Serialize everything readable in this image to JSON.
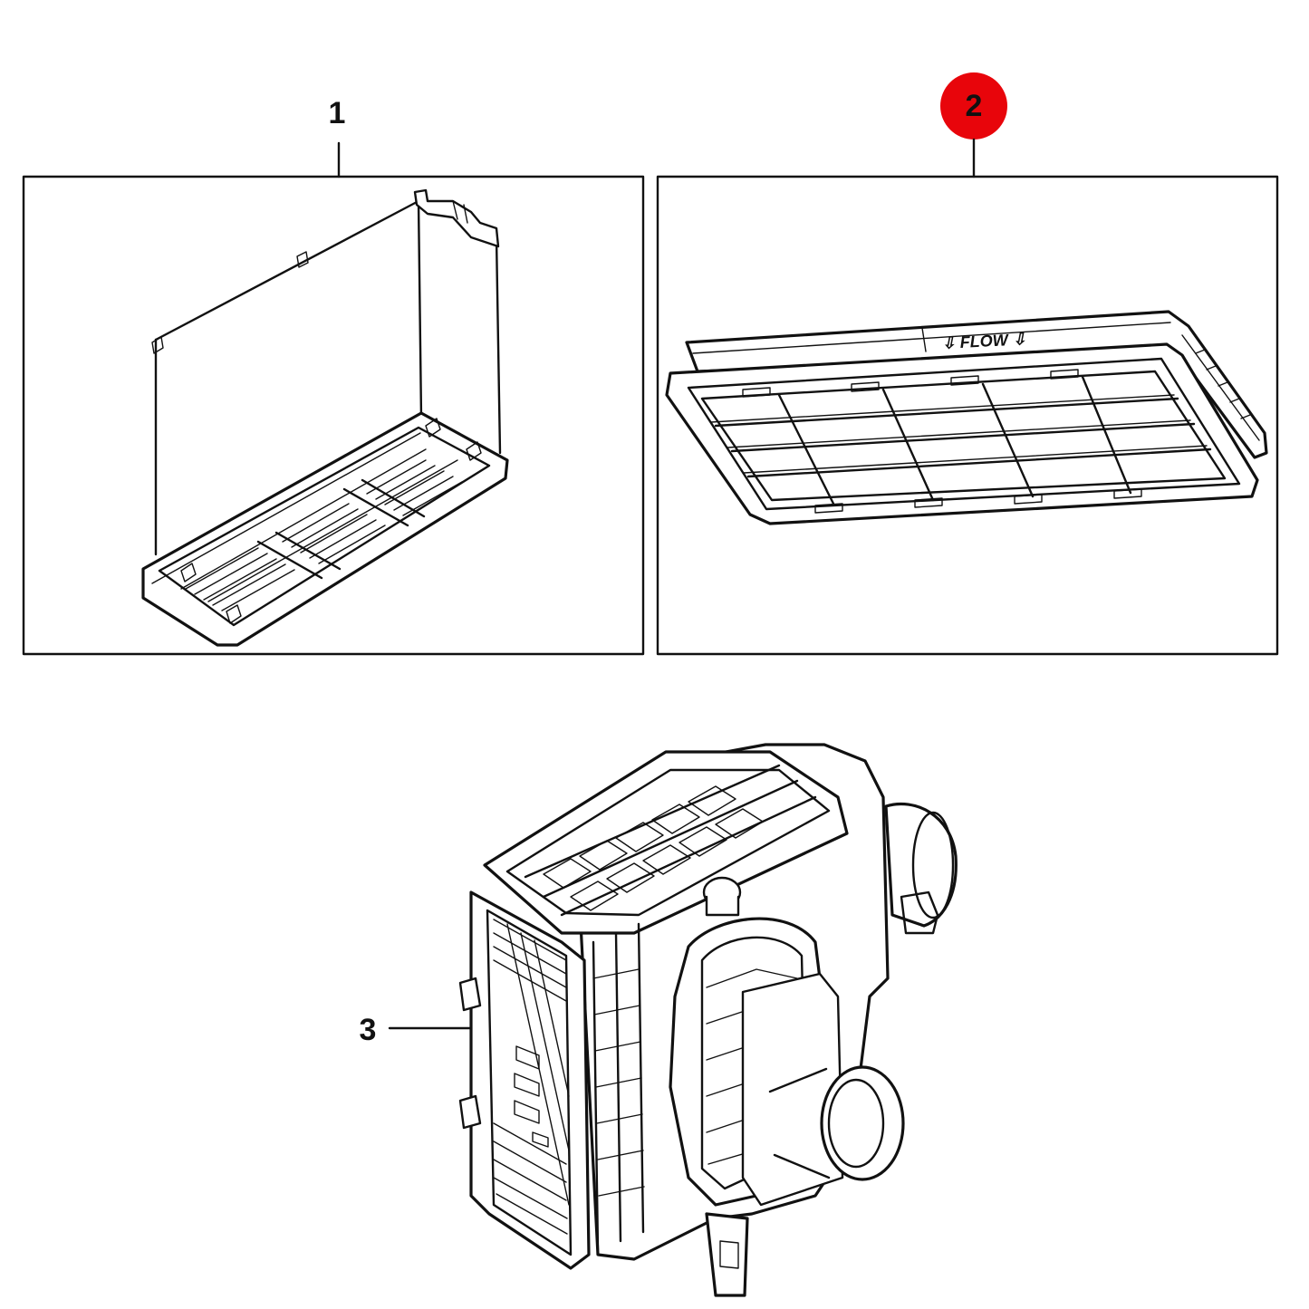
{
  "callouts": [
    {
      "label": "1",
      "highlighted": false
    },
    {
      "label": "2",
      "highlighted": true
    },
    {
      "label": "3",
      "highlighted": false
    }
  ],
  "flow_label": "⇩ FLOW ⇩",
  "colors": {
    "highlight": "#e8050b",
    "line": "#111111",
    "background": "#ffffff"
  }
}
